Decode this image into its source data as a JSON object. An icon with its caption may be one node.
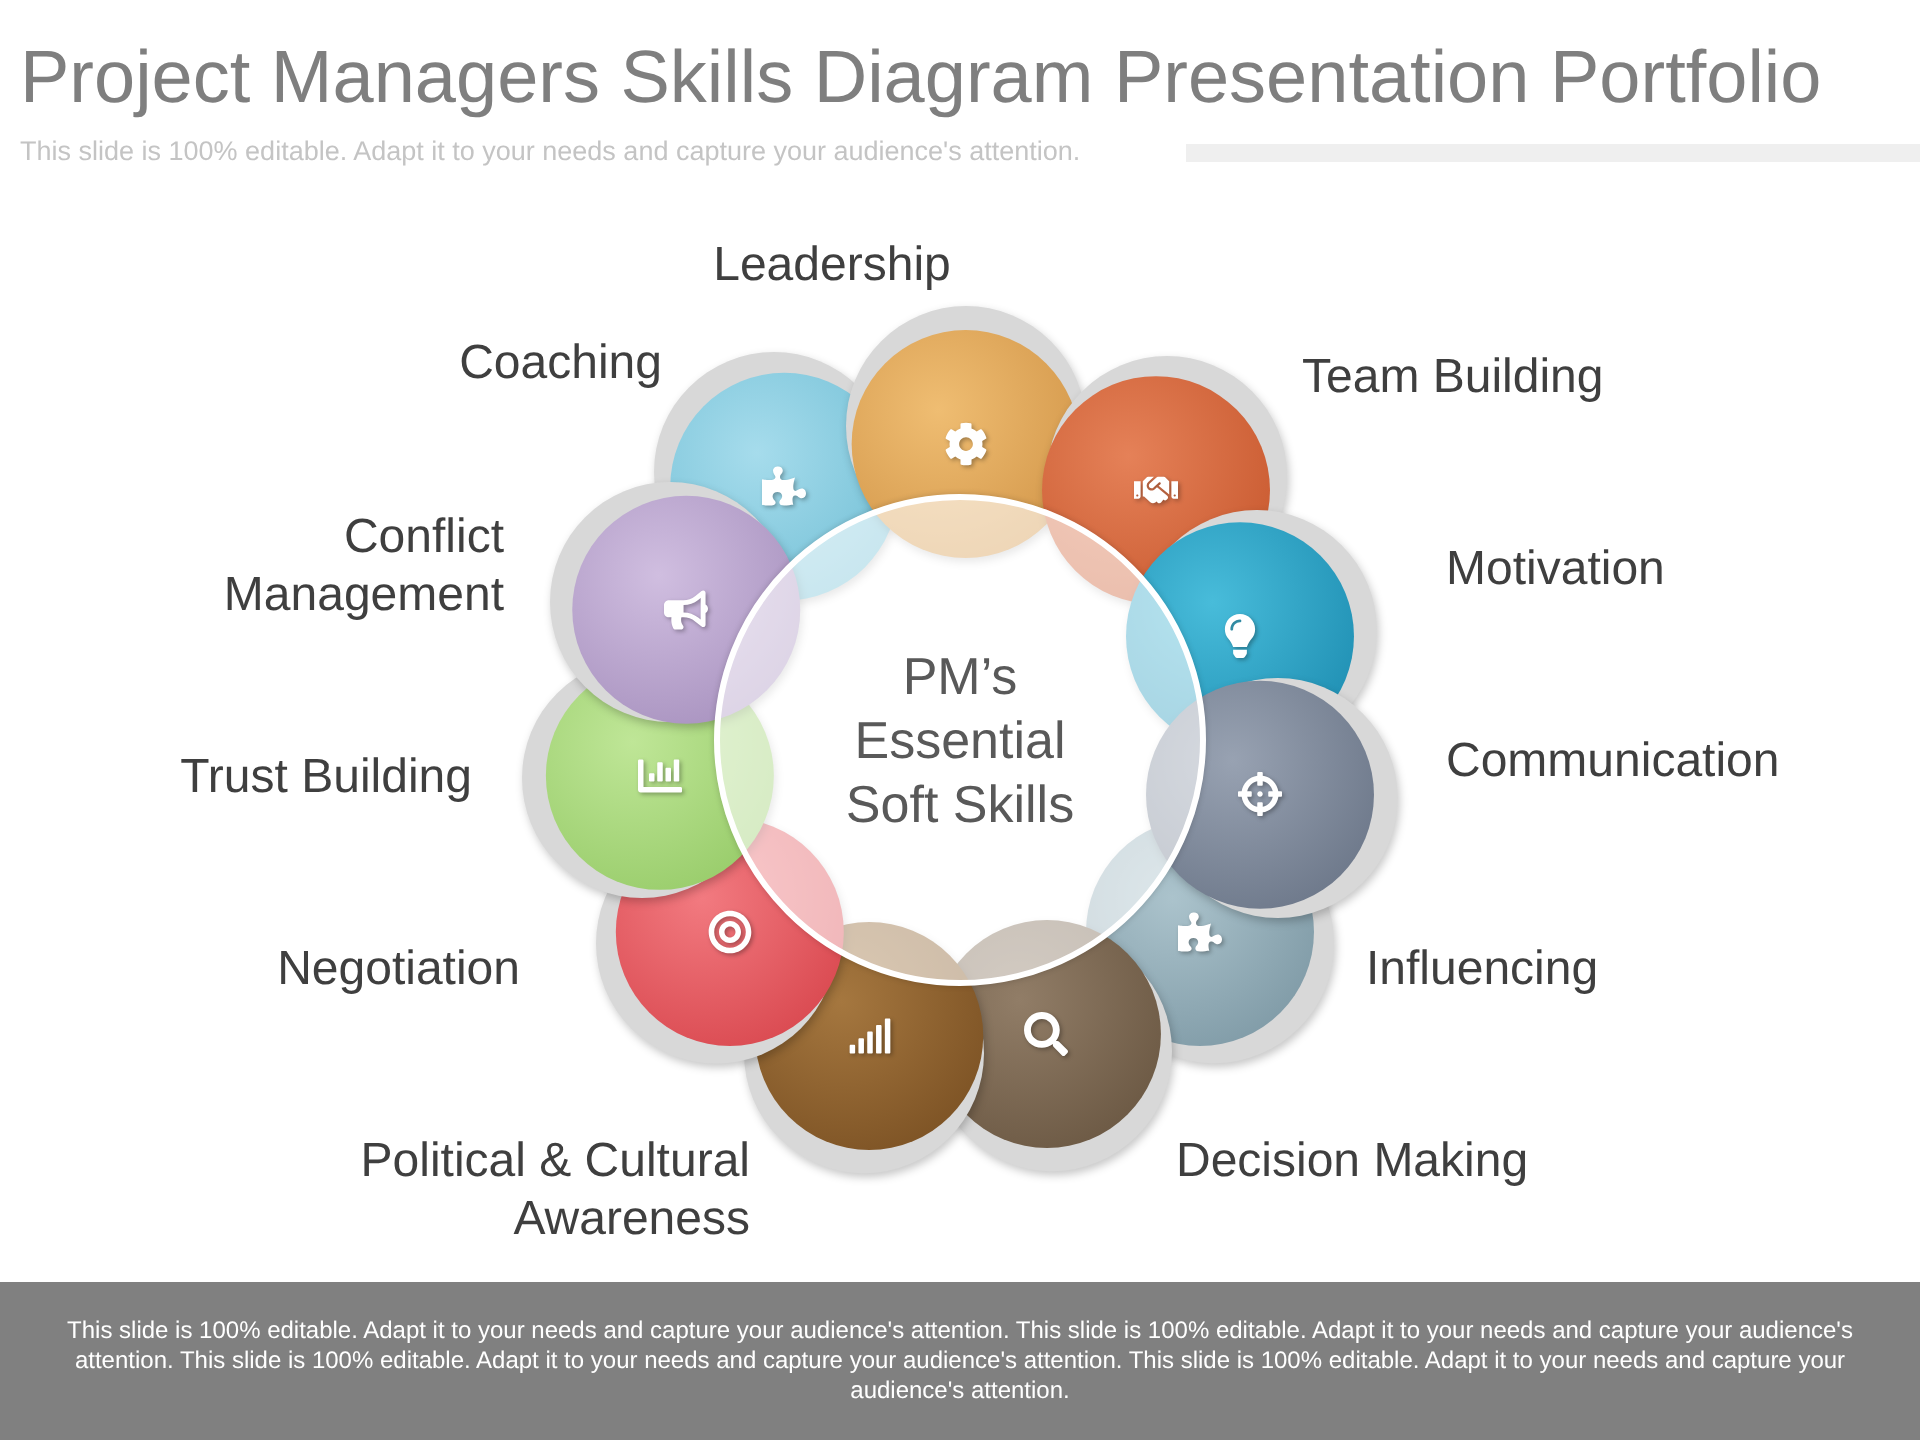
{
  "diagram": {
    "title": "Project Managers Skills Diagram Presentation Portfolio",
    "caption": "This slide is 100% editable. Adapt it to your needs and capture your audience's attention. This slide is 100% editable. Adapt it to your needs and capture your audience's attention. This slide is 100% editable. Adapt it to your needs and capture your audience's attention. This slide is 100% editable. Adapt it to your needs and capture your audience's attention.",
    "nodes": [
      {
        "text": [
          "PM’s Essential Soft Skills"
        ]
      },
      {
        "text": [
          "Leadership"
        ]
      },
      {
        "text": [
          "Team Building"
        ]
      },
      {
        "text": [
          "Motivation"
        ]
      },
      {
        "text": [
          "Communication"
        ]
      },
      {
        "text": [
          "Influencing"
        ]
      },
      {
        "text": [
          "Decision Making"
        ]
      },
      {
        "text": [
          "Political & Cultural Awareness"
        ]
      },
      {
        "text": [
          "Negotiation"
        ]
      },
      {
        "text": [
          "Trust Building"
        ]
      },
      {
        "text": [
          "Conflict Management"
        ]
      },
      {
        "text": [
          "Coaching"
        ]
      }
    ],
    "labels": [
      "This slide is 100% editable. Adapt it to your needs and capture your audience's attention."
    ]
  }
}
